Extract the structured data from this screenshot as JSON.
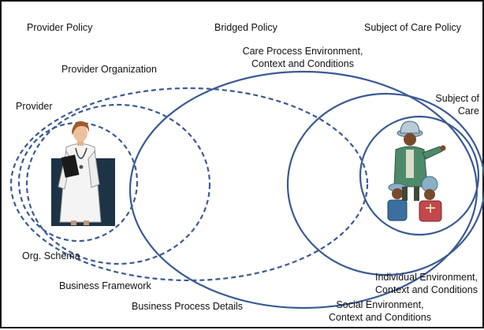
{
  "labels": {
    "provider_policy": "Provider Policy",
    "bridged_policy": "Bridged Policy",
    "subject_policy": "Subject of Care Policy",
    "care_process_line1": "Care Process Environment,",
    "care_process_line2": "Context and Conditions",
    "provider_org": "Provider Organization",
    "provider": "Provider",
    "subject_of_care_line1": "Subject of",
    "subject_of_care_line2": "Care",
    "org_schema": "Org. Schema",
    "business_framework": "Business Framework",
    "business_process_details": "Business Process Details",
    "individual_env_line1": "Individual Environment,",
    "individual_env_line2": "Context and Conditions",
    "social_env_line1": "Social Environment,",
    "social_env_line2": "Context and Conditions"
  },
  "colors": {
    "stroke": "#3a5a96",
    "text": "#111111",
    "frame": "#111111"
  },
  "icons": {
    "provider_figure": "doctor-icon",
    "subject_figure": "patient-with-children-icon"
  }
}
